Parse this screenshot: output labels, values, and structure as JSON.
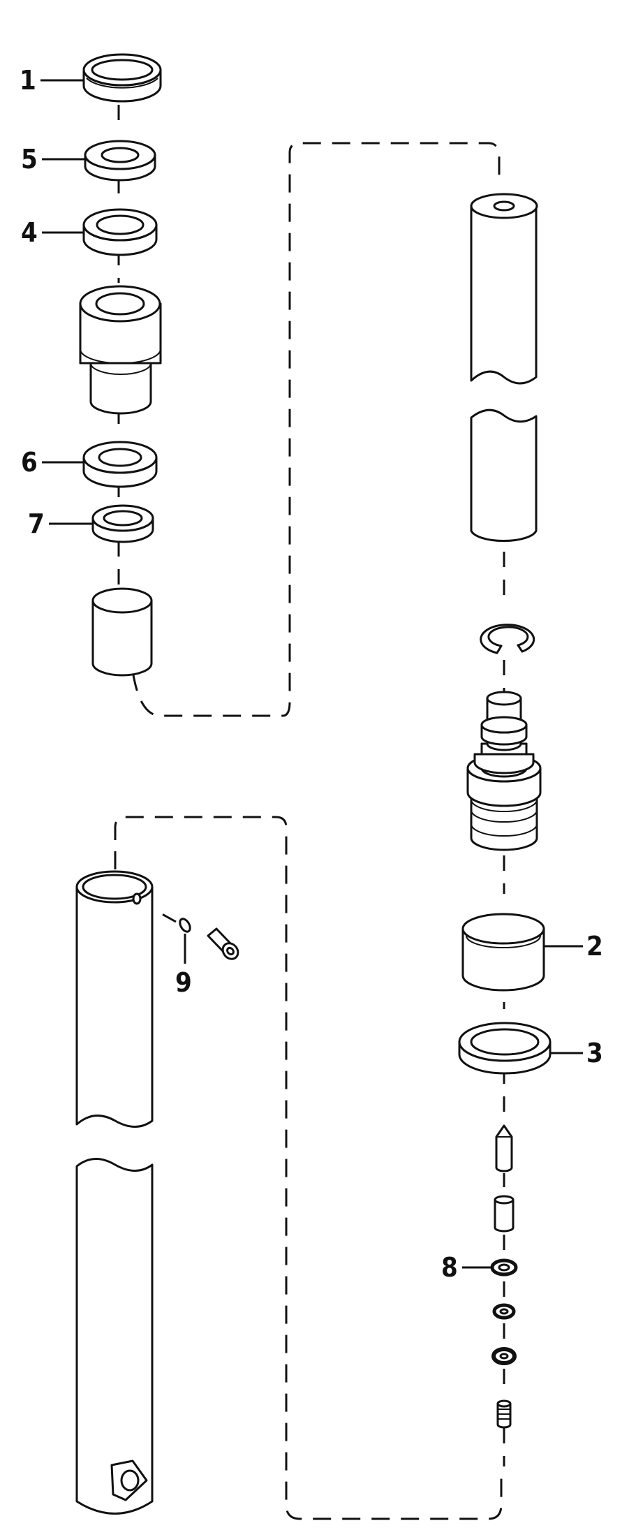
{
  "callouts": [
    {
      "id": "1",
      "label": "1"
    },
    {
      "id": "5",
      "label": "5"
    },
    {
      "id": "4",
      "label": "4"
    },
    {
      "id": "6",
      "label": "6"
    },
    {
      "id": "7",
      "label": "7"
    },
    {
      "id": "2",
      "label": "2"
    },
    {
      "id": "3",
      "label": "3"
    },
    {
      "id": "8",
      "label": "8"
    },
    {
      "id": "9",
      "label": "9"
    }
  ]
}
